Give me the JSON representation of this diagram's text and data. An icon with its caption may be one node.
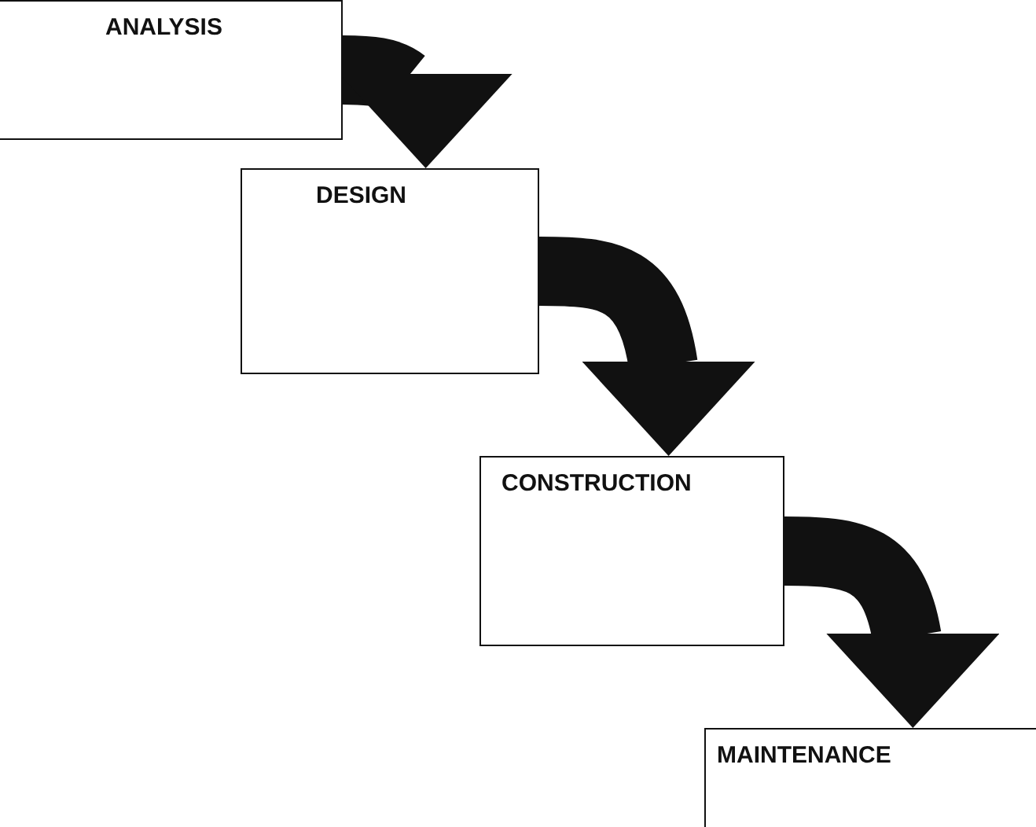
{
  "diagram": {
    "nodes": [
      {
        "text": [
          "ANALYSIS"
        ]
      },
      {
        "text": [
          "DESIGN"
        ]
      },
      {
        "text": [
          "CONSTRUCTION"
        ]
      },
      {
        "text": [
          "MAINTENANCE"
        ]
      }
    ],
    "edges": [
      {
        "from": 0,
        "to": 1,
        "arrow": "to"
      },
      {
        "from": 1,
        "to": 2,
        "arrow": "to"
      },
      {
        "from": 2,
        "to": 3,
        "arrow": "to"
      }
    ]
  }
}
